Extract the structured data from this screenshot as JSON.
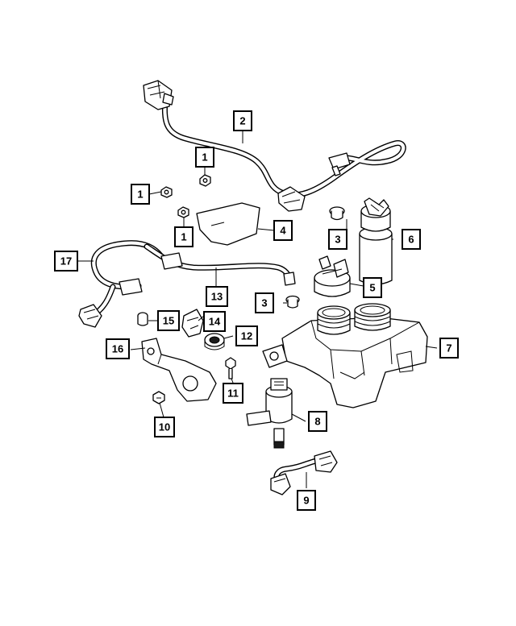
{
  "diagram": {
    "callouts": [
      {
        "id": "c1a",
        "label": "1"
      },
      {
        "id": "c1b",
        "label": "1"
      },
      {
        "id": "c1c",
        "label": "1"
      },
      {
        "id": "c2",
        "label": "2"
      },
      {
        "id": "c3a",
        "label": "3"
      },
      {
        "id": "c3b",
        "label": "3"
      },
      {
        "id": "c4",
        "label": "4"
      },
      {
        "id": "c5",
        "label": "5"
      },
      {
        "id": "c6",
        "label": "6"
      },
      {
        "id": "c7",
        "label": "7"
      },
      {
        "id": "c8",
        "label": "8"
      },
      {
        "id": "c9",
        "label": "9"
      },
      {
        "id": "c10",
        "label": "10"
      },
      {
        "id": "c11",
        "label": "11"
      },
      {
        "id": "c12",
        "label": "12"
      },
      {
        "id": "c13",
        "label": "13"
      },
      {
        "id": "c14",
        "label": "14"
      },
      {
        "id": "c15",
        "label": "15"
      },
      {
        "id": "c16",
        "label": "16"
      },
      {
        "id": "c17",
        "label": "17"
      }
    ]
  }
}
